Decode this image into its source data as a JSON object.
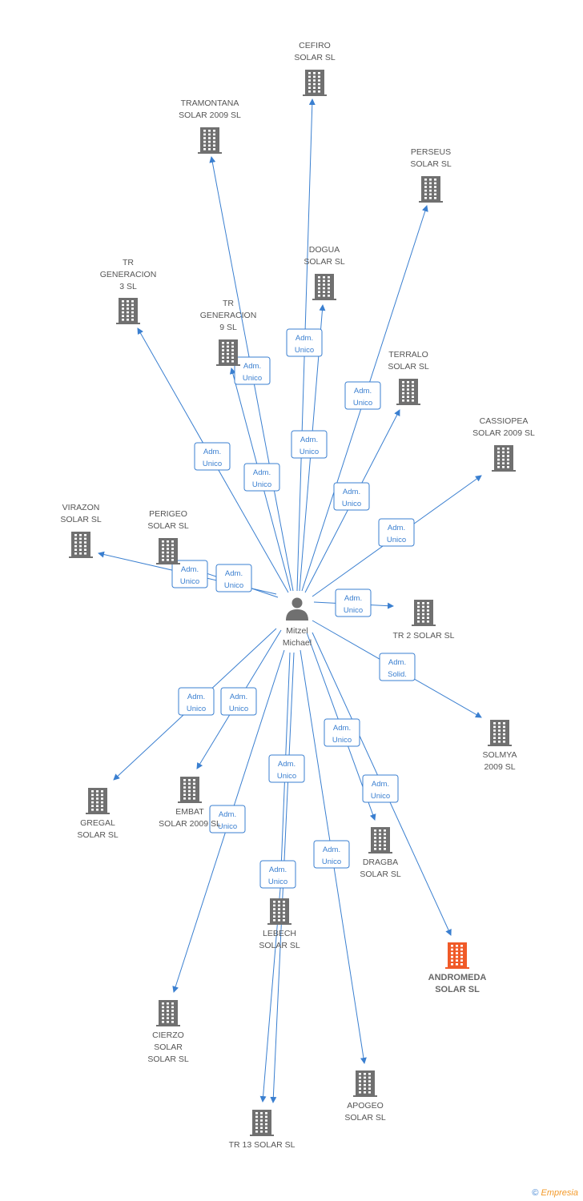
{
  "colors": {
    "edge": "#3a7fd0",
    "building": "#707070",
    "highlight": "#f05a28",
    "label": "#555555"
  },
  "center": {
    "name_lines": [
      "Mitzel",
      "Michael"
    ],
    "icon": "person-icon"
  },
  "companies": [
    {
      "id": "cefiro",
      "lines": [
        "CEFIRO",
        "SOLAR SL"
      ]
    },
    {
      "id": "tramontana",
      "lines": [
        "TRAMONTANA",
        "SOLAR 2009 SL"
      ]
    },
    {
      "id": "perseus",
      "lines": [
        "PERSEUS",
        "SOLAR SL"
      ]
    },
    {
      "id": "dogua",
      "lines": [
        "DOGUA",
        "SOLAR SL"
      ]
    },
    {
      "id": "tr-generacion-3",
      "lines": [
        "TR",
        "GENERACION",
        "3 SL"
      ]
    },
    {
      "id": "tr-generacion-9",
      "lines": [
        "TR",
        "GENERACION",
        "9 SL"
      ]
    },
    {
      "id": "terralo",
      "lines": [
        "TERRALO",
        "SOLAR SL"
      ]
    },
    {
      "id": "cassiopea",
      "lines": [
        "CASSIOPEA",
        "SOLAR 2009 SL"
      ]
    },
    {
      "id": "virazon",
      "lines": [
        "VIRAZON",
        "SOLAR SL"
      ]
    },
    {
      "id": "perigeo",
      "lines": [
        "PERIGEO",
        "SOLAR SL"
      ]
    },
    {
      "id": "tr-2",
      "lines": [
        "TR 2 SOLAR SL"
      ]
    },
    {
      "id": "solmya",
      "lines": [
        "SOLMYA",
        "2009 SL"
      ]
    },
    {
      "id": "gregal",
      "lines": [
        "GREGAL",
        "SOLAR SL"
      ]
    },
    {
      "id": "embat",
      "lines": [
        "EMBAT",
        "SOLAR 2009 SL"
      ]
    },
    {
      "id": "dragba",
      "lines": [
        "DRAGBA",
        "SOLAR SL"
      ]
    },
    {
      "id": "lebech",
      "lines": [
        "LEBECH",
        "SOLAR SL"
      ]
    },
    {
      "id": "andromeda",
      "lines": [
        "ANDROMEDA",
        "SOLAR SL"
      ],
      "highlight": true
    },
    {
      "id": "cierzo",
      "lines": [
        "CIERZO",
        "SOLAR",
        "SOLAR SL"
      ]
    },
    {
      "id": "apogeo",
      "lines": [
        "APOGEO",
        "SOLAR SL"
      ]
    },
    {
      "id": "tr-13",
      "lines": [
        "TR 13 SOLAR SL"
      ]
    }
  ],
  "edges": [
    {
      "to": "cefiro",
      "role": [
        "Adm.",
        "Unico"
      ]
    },
    {
      "to": "tramontana",
      "role": [
        "Adm.",
        "Unico"
      ]
    },
    {
      "to": "perseus",
      "role": [
        "Adm.",
        "Unico"
      ]
    },
    {
      "to": "dogua",
      "role": [
        "Adm.",
        "Unico"
      ]
    },
    {
      "to": "tr-generacion-3",
      "role": [
        "Adm.",
        "Unico"
      ]
    },
    {
      "to": "tr-generacion-9",
      "role": [
        "Adm.",
        "Unico"
      ]
    },
    {
      "to": "terralo",
      "role": [
        "Adm.",
        "Unico"
      ]
    },
    {
      "to": "cassiopea",
      "role": [
        "Adm.",
        "Unico"
      ]
    },
    {
      "to": "virazon",
      "role": [
        "Adm.",
        "Unico"
      ]
    },
    {
      "to": "perigeo",
      "role": [
        "Adm.",
        "Unico"
      ]
    },
    {
      "to": "tr-2",
      "role": [
        "Adm.",
        "Unico"
      ]
    },
    {
      "to": "solmya",
      "role": [
        "Adm.",
        "Solid."
      ]
    },
    {
      "to": "gregal",
      "role": [
        "Adm.",
        "Unico"
      ]
    },
    {
      "to": "embat",
      "role": [
        "Adm.",
        "Unico"
      ]
    },
    {
      "to": "dragba",
      "role": [
        "Adm.",
        "Unico"
      ]
    },
    {
      "to": "andromeda",
      "role": [
        "Adm.",
        "Unico"
      ]
    },
    {
      "to": "lebech",
      "role": [
        "Adm.",
        "Unico"
      ]
    },
    {
      "to": "cierzo",
      "role": [
        "Adm.",
        "Unico"
      ]
    },
    {
      "to": "apogeo",
      "role": [
        "Adm.",
        "Unico"
      ]
    },
    {
      "to": "tr-13",
      "role": [
        "Adm.",
        "Unico"
      ]
    }
  ],
  "footer": {
    "symbol": "©",
    "brand": "Empresia"
  }
}
